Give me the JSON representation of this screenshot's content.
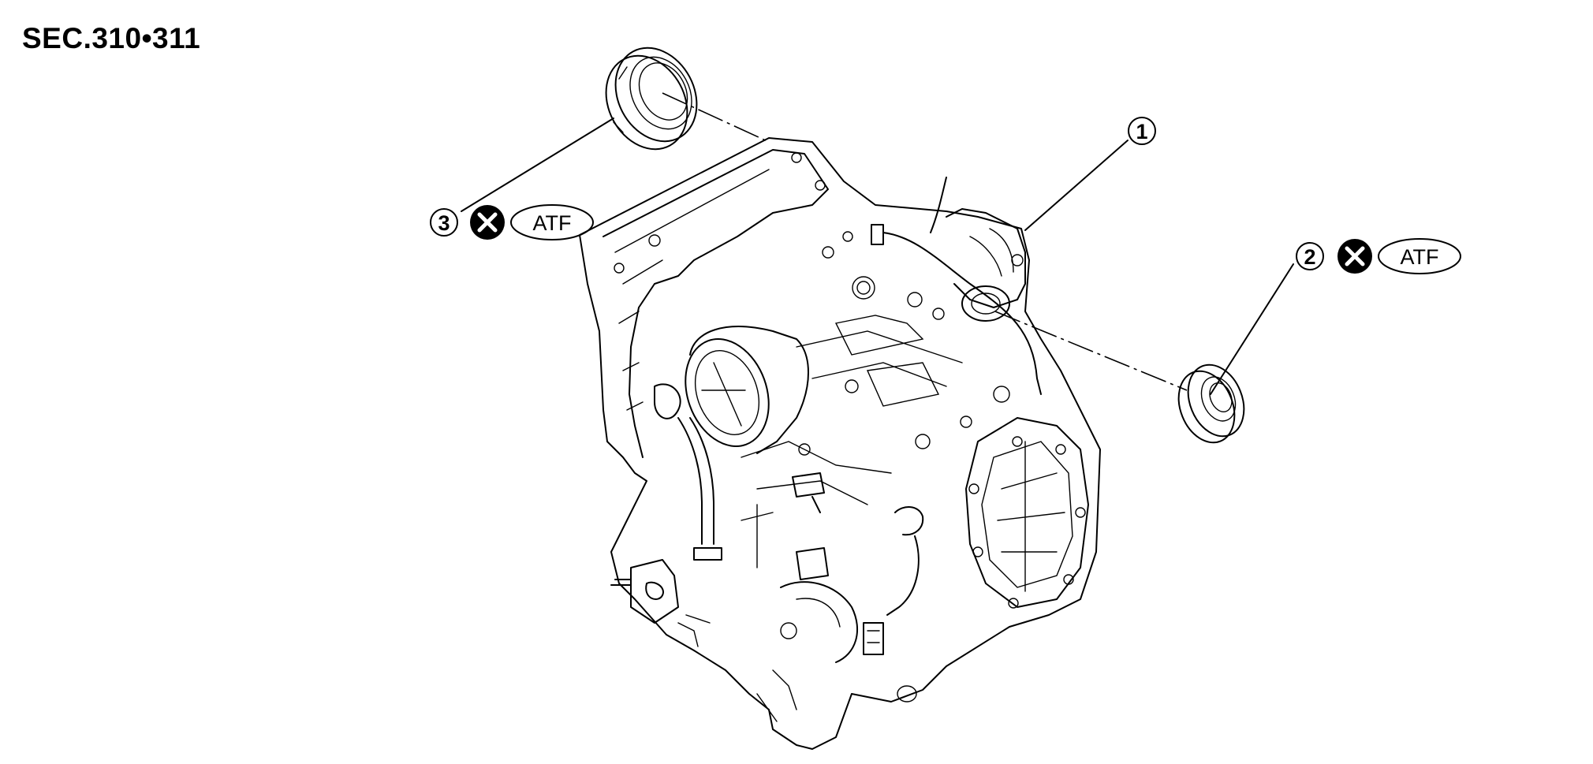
{
  "section_code": "SEC.310•311",
  "callouts": [
    {
      "number": "①",
      "description": ""
    },
    {
      "number": "②",
      "note_label": "ATF",
      "symbol": "do-not-reuse-icon"
    },
    {
      "number": "③",
      "note_label": "ATF",
      "symbol": "do-not-reuse-icon"
    }
  ],
  "icons": [
    "do-not-reuse-icon",
    "transaxle-assembly-drawing",
    "oil-seal-right",
    "oil-seal-left"
  ]
}
